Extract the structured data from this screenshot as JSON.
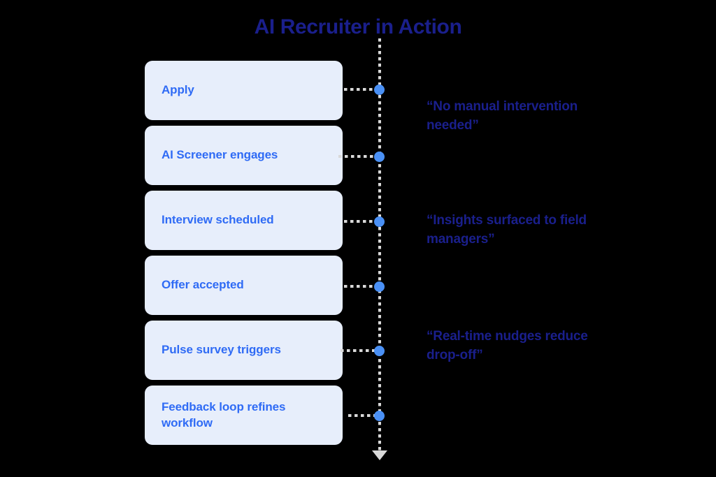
{
  "title": "AI Recruiter in Action",
  "colors": {
    "background": "#000000",
    "title_text": "#1a1f8c",
    "box_fill": "#e7eefb",
    "box_text": "#2f6bf5",
    "node": "#4a90f5",
    "connector": "#d9d9d9",
    "quote_text": "#1a1f8c"
  },
  "steps": [
    {
      "label": "Apply"
    },
    {
      "label": "AI Screener engages"
    },
    {
      "label": "Interview scheduled"
    },
    {
      "label": "Offer accepted"
    },
    {
      "label": "Pulse survey triggers"
    },
    {
      "label": "Feedback loop refines workflow"
    }
  ],
  "quotes": [
    {
      "text": "“No manual intervention needed”"
    },
    {
      "text": "“Insights surfaced to field managers”"
    },
    {
      "text": "“Real-time nudges reduce drop-off”"
    }
  ],
  "timeline": {
    "node_count": 6,
    "arrow": "down-arrow-icon"
  }
}
